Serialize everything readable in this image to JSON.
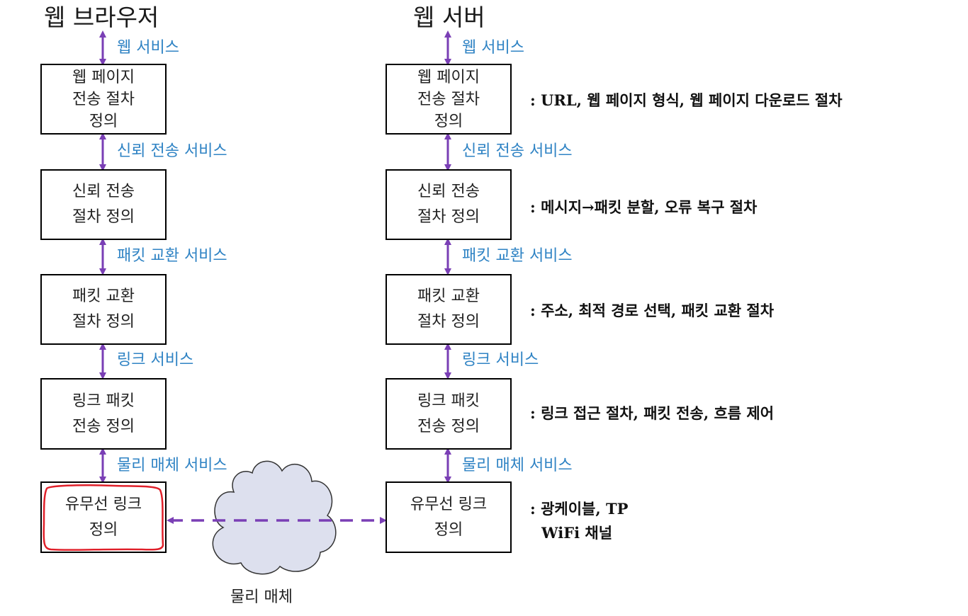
{
  "browser": {
    "title": "웹 브라우저",
    "boxes": [
      {
        "line1": "웹 페이지",
        "line2": "전송 절차",
        "line3": "정의"
      },
      {
        "line1": "신뢰 전송",
        "line2": "절차 정의"
      },
      {
        "line1": "패킷 교환",
        "line2": "절차 정의"
      },
      {
        "line1": "링크 패킷",
        "line2": "전송 정의"
      },
      {
        "line1": "유무선 링크",
        "line2": "정의"
      }
    ],
    "services": [
      "웹 서비스",
      "신뢰 전송 서비스",
      "패킷 교환 서비스",
      "링크 서비스",
      "물리 매체 서비스"
    ]
  },
  "server": {
    "title": "웹 서버",
    "boxes": [
      {
        "line1": "웹 페이지",
        "line2": "전송 절차",
        "line3": "정의"
      },
      {
        "line1": "신뢰 전송",
        "line2": "절차 정의"
      },
      {
        "line1": "패킷 교환",
        "line2": "절차 정의"
      },
      {
        "line1": "링크 패킷",
        "line2": "전송 정의"
      },
      {
        "line1": "유무선 링크",
        "line2": "정의"
      }
    ],
    "services": [
      "웹 서비스",
      "신뢰 전송 서비스",
      "패킷 교환 서비스",
      "링크 서비스",
      "물리 매체 서비스"
    ]
  },
  "descriptions": [
    ": URL, 웹 페이지 형식, 웹 페이지 다운로드 절차",
    ": 메시지→패킷 분할, 오류 복구 절차",
    ": 주소, 최적 경로 선택, 패킷 교환 절차",
    ": 링크 접근 절차, 패킷 전송, 흐름 제어",
    ": 광케이블, TP",
    "WiFi 채널"
  ],
  "medium": {
    "label": "물리 매체"
  },
  "colors": {
    "arrow": "#7a3fb5",
    "service_text": "#2f83c4",
    "highlight": "#e0202a",
    "cloud_fill": "#dde0ee"
  }
}
